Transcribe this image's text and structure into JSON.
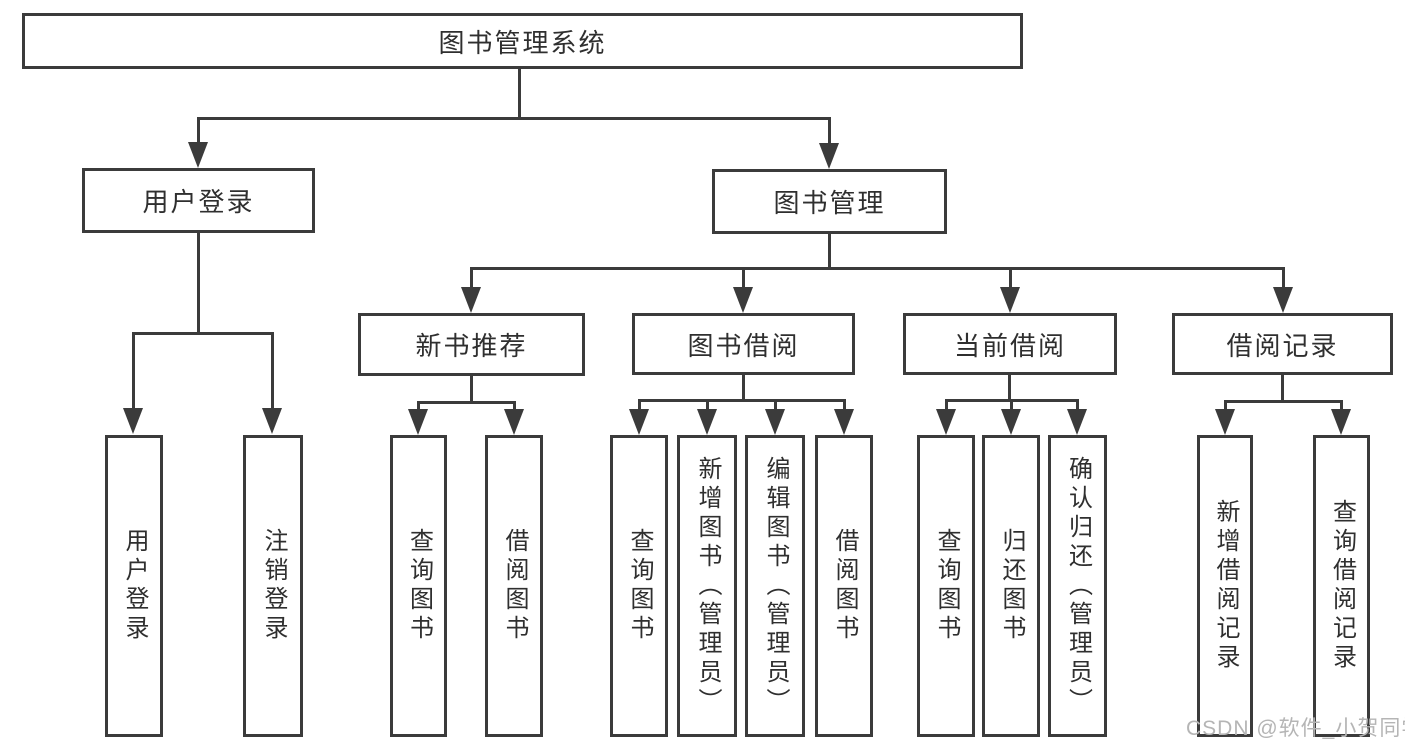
{
  "root": {
    "label": "图书管理系统"
  },
  "level2": [
    {
      "label": "用户登录",
      "children": [
        "用户登录",
        "注销登录"
      ]
    },
    {
      "label": "图书管理"
    }
  ],
  "level3": [
    {
      "label": "新书推荐",
      "children": [
        "查询图书",
        "借阅图书"
      ]
    },
    {
      "label": "图书借阅",
      "children": [
        "查询图书",
        "新增图书（管理员）",
        "编辑图书（管理员）",
        "借阅图书"
      ]
    },
    {
      "label": "当前借阅",
      "children": [
        "查询图书",
        "归还图书",
        "确认归还（管理员）"
      ]
    },
    {
      "label": "借阅记录",
      "children": [
        "新增借阅记录",
        "查询借阅记录"
      ]
    }
  ],
  "watermark": "CSDN @软件_小贺同学",
  "colors": {
    "line": "#3b3b3b",
    "text": "#2f2f2f",
    "watermark": "#b5b5b5",
    "background": "#ffffff"
  }
}
